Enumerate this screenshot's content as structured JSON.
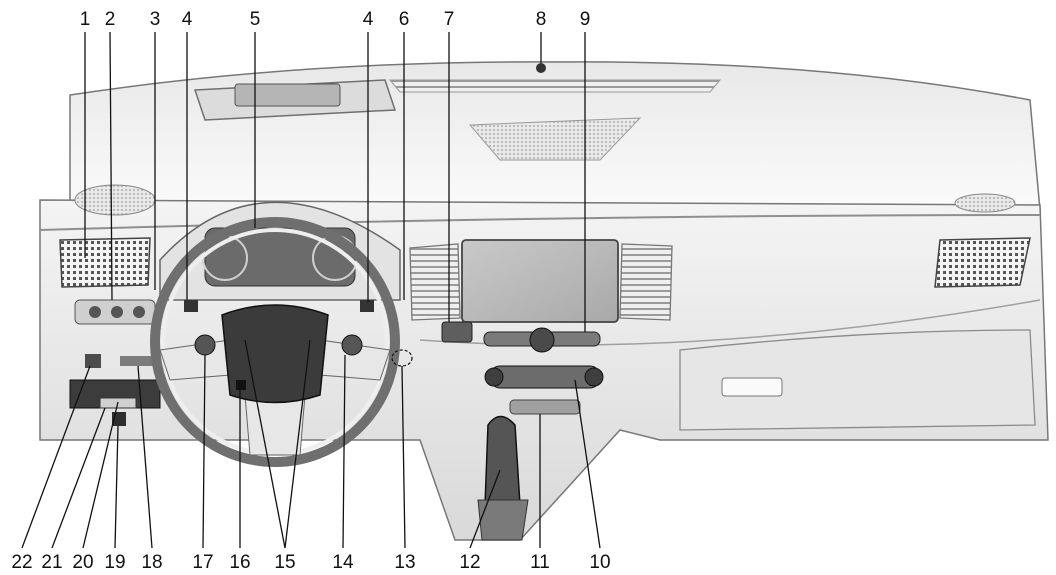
{
  "figure": {
    "callouts": [
      "1",
      "2",
      "3",
      "4",
      "5",
      "4",
      "6",
      "7",
      "8",
      "9",
      "22",
      "21",
      "20",
      "19",
      "18",
      "17",
      "16",
      "15",
      "14",
      "13",
      "12",
      "11",
      "10"
    ],
    "colors": {
      "ink": "#111111",
      "dash_light": "#f2f2f2",
      "dash_mid": "#d6d6d6",
      "dash_dark": "#8a8a8a",
      "screen": "#bdbdbd"
    }
  }
}
